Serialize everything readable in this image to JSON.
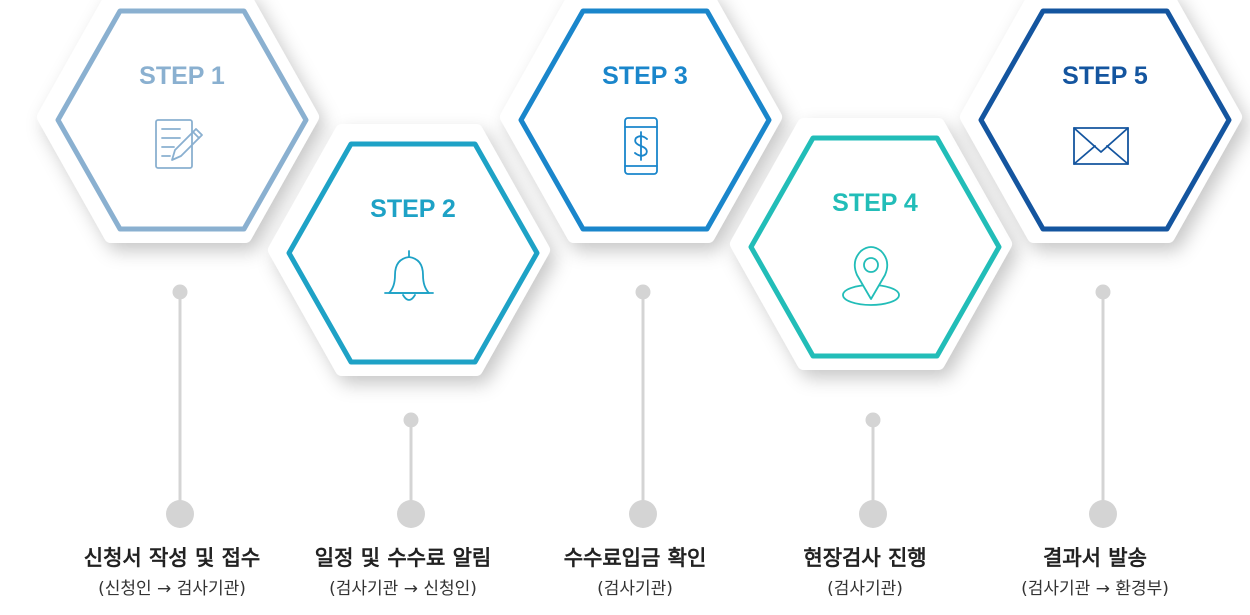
{
  "steps": [
    {
      "label": "STEP 1",
      "title": "신청서 작성 및 접수",
      "sub": "(신청인 → 검사기관)",
      "color": "#8ab0d0",
      "icon": "document-edit-icon"
    },
    {
      "label": "STEP 2",
      "title": "일정 및 수수료 알림",
      "sub": "(검사기관 → 신청인)",
      "color": "#1ea2c6",
      "icon": "bell-icon"
    },
    {
      "label": "STEP 3",
      "title": "수수료입금 확인",
      "sub": "(검사기관)",
      "color": "#1a86cb",
      "icon": "mobile-payment-icon"
    },
    {
      "label": "STEP 4",
      "title": "현장검사 진행",
      "sub": "(검사기관)",
      "color": "#22bdb8",
      "icon": "location-pin-icon"
    },
    {
      "label": "STEP 5",
      "title": "결과서 발송",
      "sub": "(검사기관 → 환경부)",
      "color": "#14559f",
      "icon": "envelope-icon"
    }
  ]
}
